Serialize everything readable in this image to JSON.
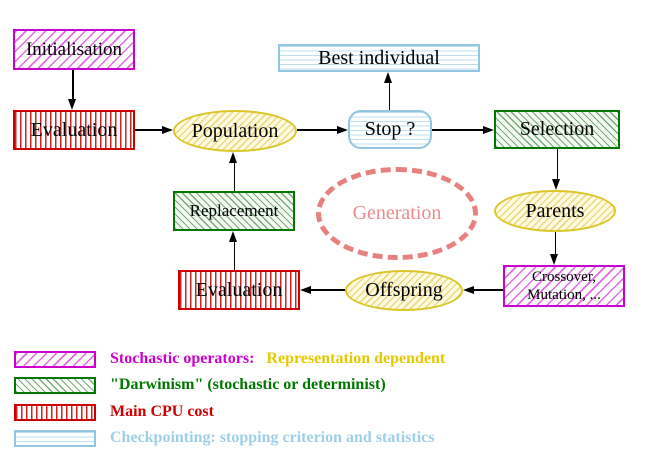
{
  "diagram": {
    "nodes": {
      "initialisation": "Initialisation",
      "evaluation_top": "Evaluation",
      "population": "Population",
      "best_individual": "Best individual",
      "stop": "Stop ?",
      "selection": "Selection",
      "replacement": "Replacement",
      "generation": "Generation",
      "parents": "Parents",
      "evaluation_bottom": "Evaluation",
      "offspring": "Offspring",
      "crossover_line1": "Crossover,",
      "crossover_line2": "Mutation, ..."
    }
  },
  "legend": {
    "items": [
      {
        "swatch": "magenta-diagonal-hatch",
        "label": "Stochastic operators:",
        "label2": "Representation dependent"
      },
      {
        "swatch": "green-diagonal-hatch",
        "label": "\"Darwinism\" (stochastic or determinist)"
      },
      {
        "swatch": "red-vertical-stripes",
        "label": "Main CPU cost"
      },
      {
        "swatch": "cyan-horizontal-stripes",
        "label": "Checkpointing: stopping criterion and statistics"
      }
    ]
  },
  "colors": {
    "magenta": "#cc00cc",
    "red": "#cc0000",
    "green": "#007700",
    "yellow_border": "#ddc428",
    "yellow_text": "#e6c800",
    "cyan": "#93c6e0",
    "salmon": "#e88080",
    "arrow": "#000000"
  }
}
